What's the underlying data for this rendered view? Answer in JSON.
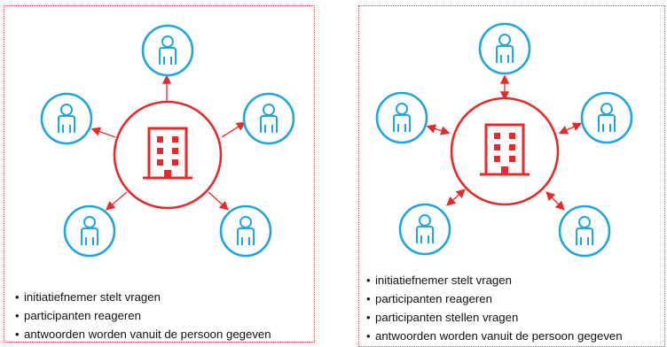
{
  "colors": {
    "border": "#e0454a",
    "accent_red": "#e32b2b",
    "accent_blue": "#20a6dc",
    "text": "#111111"
  },
  "icons": {
    "center": "office-building-icon",
    "nodes": "person-icon"
  },
  "panels": [
    {
      "arrow_style": "one-way-outward",
      "bullets": [
        "initiatiefnemer stelt vragen",
        "participanten reageren",
        "antwoorden worden vanuit de persoon gegeven"
      ]
    },
    {
      "arrow_style": "two-way",
      "bullets": [
        "initiatiefnemer stelt vragen",
        "participanten reageren",
        "participanten stellen vragen",
        "antwoorden worden vanuit de persoon gegeven"
      ]
    }
  ]
}
